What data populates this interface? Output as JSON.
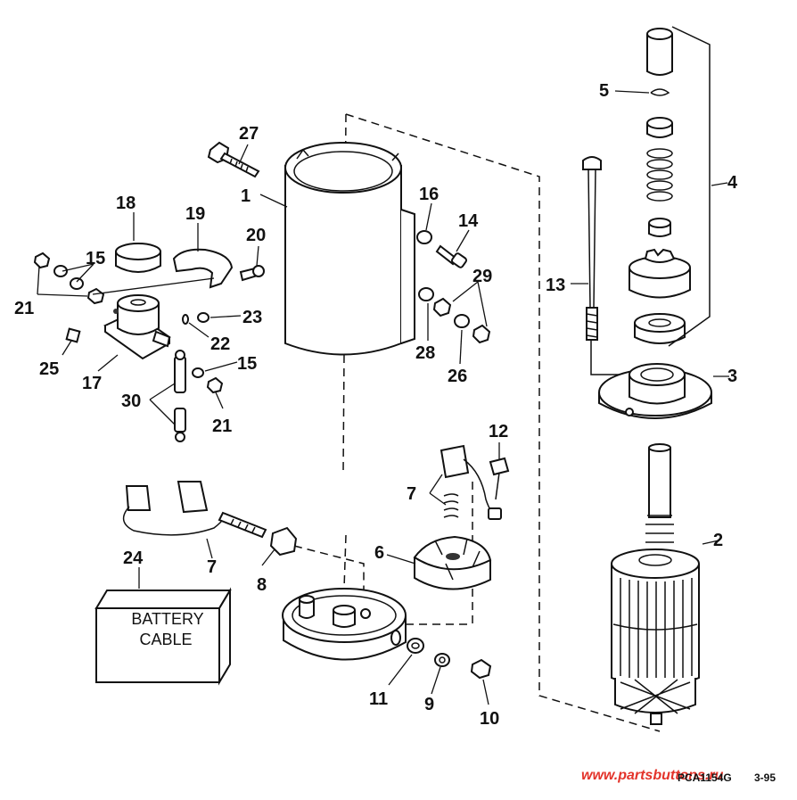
{
  "callouts": {
    "n1": "1",
    "n2": "2",
    "n3": "3",
    "n4": "4",
    "n5": "5",
    "n6": "6",
    "n7a": "7",
    "n7b": "7",
    "n8": "8",
    "n9": "9",
    "n10": "10",
    "n11": "11",
    "n12": "12",
    "n13": "13",
    "n14": "14",
    "n15a": "15",
    "n15b": "15",
    "n16": "16",
    "n17": "17",
    "n18": "18",
    "n19": "19",
    "n20": "20",
    "n21a": "21",
    "n21b": "21",
    "n22": "22",
    "n23": "23",
    "n24": "24",
    "n25": "25",
    "n26": "26",
    "n27": "27",
    "n28": "28",
    "n29": "29",
    "n30": "30"
  },
  "battery_label": {
    "line1": "BATTERY",
    "line2": "CABLE"
  },
  "figure_code": "PCA1154G",
  "revision": "3-95",
  "watermark": "www.partsbuttons.ru"
}
